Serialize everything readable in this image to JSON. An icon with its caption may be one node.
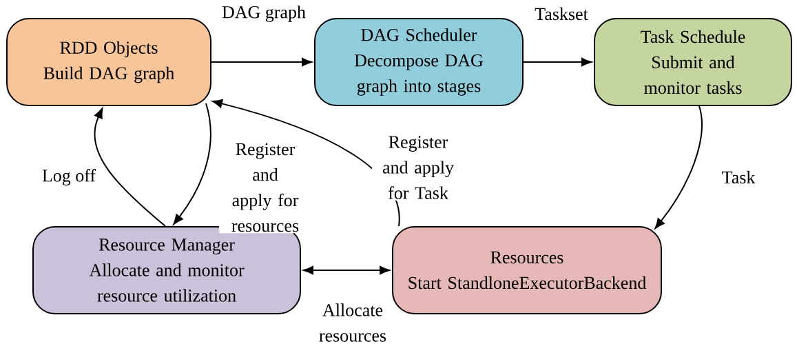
{
  "diagram": {
    "nodes": [
      {
        "text": [
          "RDD Objects",
          "Build DAG graph"
        ]
      },
      {
        "text": [
          "DAG Scheduler",
          "Decompose DAG graph into stages"
        ]
      },
      {
        "text": [
          "Task Schedule",
          "Submit and monitor tasks"
        ]
      },
      {
        "text": [
          "Resource Manager",
          "Allocate and monitor resource utilization"
        ]
      },
      {
        "text": [
          "Resources",
          "Start StandloneExecutorBackend"
        ]
      }
    ],
    "edges": [
      {
        "from": 0,
        "to": 1,
        "arrow": "to",
        "label": "DAG graph"
      },
      {
        "from": 1,
        "to": 2,
        "arrow": "to",
        "label": "Taskset"
      },
      {
        "from": 2,
        "to": 4,
        "arrow": "to",
        "label": "Task"
      },
      {
        "from": 0,
        "to": 3,
        "arrow": "to",
        "label": "Register and apply for resources"
      },
      {
        "from": 3,
        "to": 0,
        "arrow": "to",
        "label": "Log off"
      },
      {
        "from": 4,
        "to": 0,
        "arrow": "to",
        "label": "Register and apply for Task"
      },
      {
        "from": 3,
        "to": 4,
        "arrow": "both",
        "label": "Allocate resources"
      }
    ]
  }
}
